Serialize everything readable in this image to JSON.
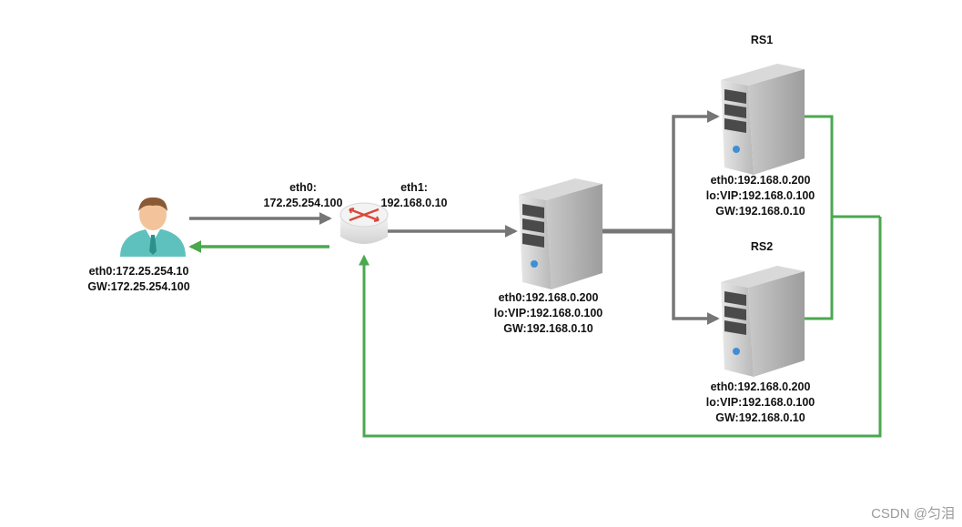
{
  "client": {
    "eth0": "eth0:172.25.254.10",
    "gw": "GW:172.25.254.100"
  },
  "router": {
    "eth0_title": "eth0:",
    "eth0_ip": "172.25.254.100",
    "eth1_title": "eth1:",
    "eth1_ip": "192.168.0.10"
  },
  "director": {
    "eth0": "eth0:192.168.0.200",
    "lo": "lo:VIP:192.168.0.100",
    "gw": "GW:192.168.0.10"
  },
  "rs1": {
    "name": "RS1",
    "eth0": "eth0:192.168.0.200",
    "lo": "lo:VIP:192.168.0.100",
    "gw": "GW:192.168.0.10"
  },
  "rs2": {
    "name": "RS2",
    "eth0": "eth0:192.168.0.200",
    "lo": "lo:VIP:192.168.0.100",
    "gw": "GW:192.168.0.10"
  },
  "watermark": "CSDN @匀泪",
  "colors": {
    "request_line": "#767676",
    "response_line": "#4aa84f"
  },
  "icons": [
    "user-icon",
    "router-icon",
    "server-icon"
  ]
}
